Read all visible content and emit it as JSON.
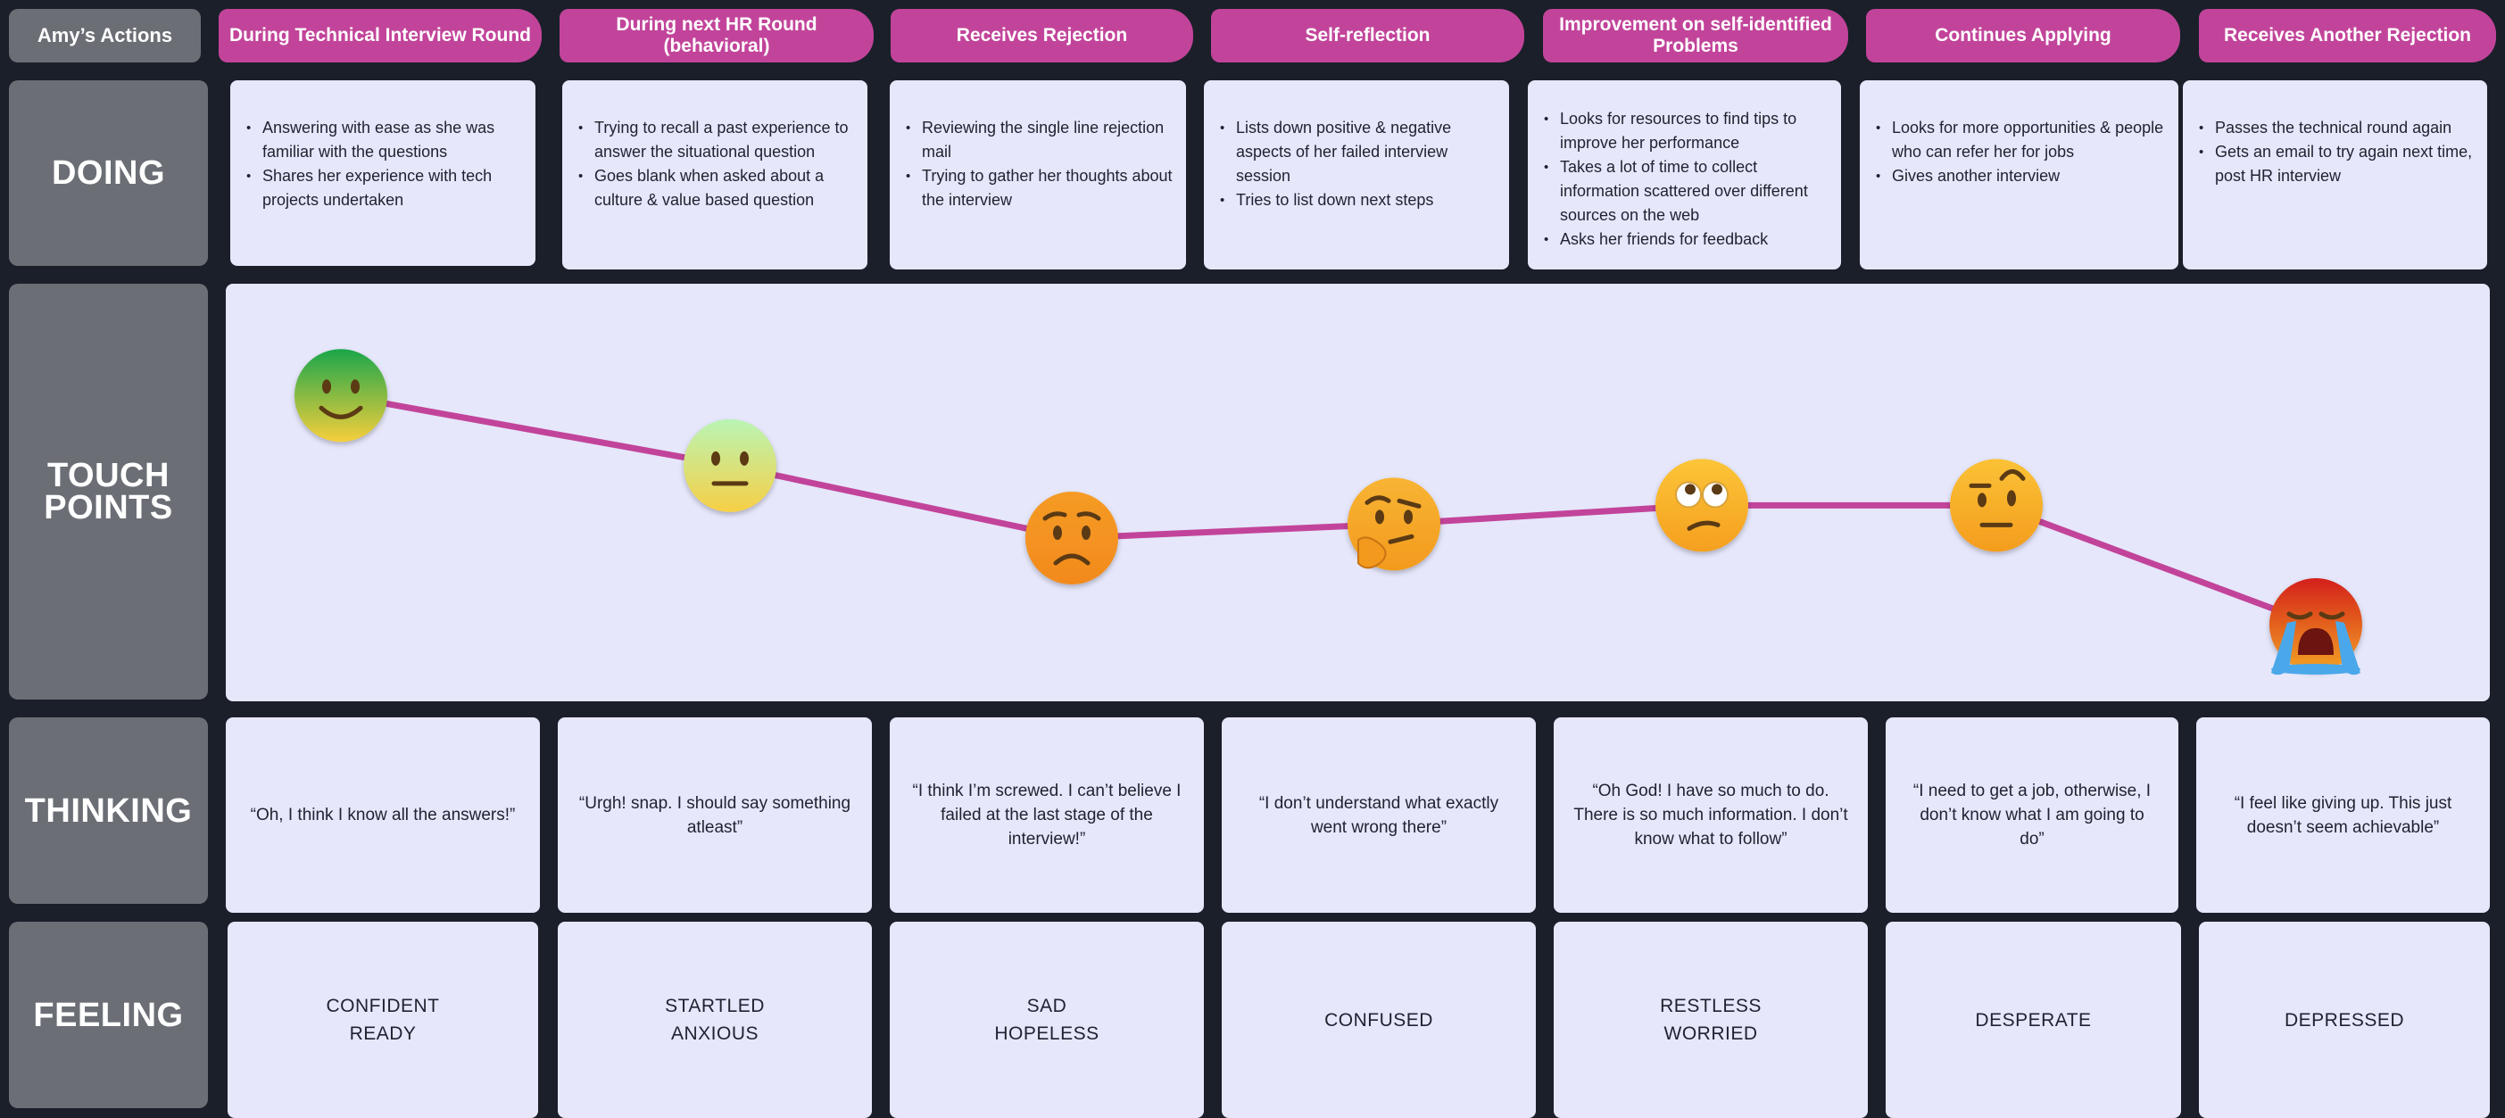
{
  "corner_label": "Amy’s Actions",
  "row_labels": {
    "doing": "DOING",
    "touch_points_line1": "TOUCH",
    "touch_points_line2": "POINTS",
    "thinking": "THINKING",
    "feeling": "FEELING"
  },
  "stages": [
    "During Technical Interview Round",
    "During next HR Round (behavioral)",
    "Receives Rejection",
    "Self-reflection",
    "Improvement on self-identified Problems",
    "Continues Applying",
    "Receives Another Rejection"
  ],
  "doing": [
    [
      "Answering with ease as she was familiar with the questions",
      "Shares her experience with tech projects undertaken"
    ],
    [
      "Trying to recall a past experience to answer the situational question",
      "Goes blank when asked about a culture & value based question"
    ],
    [
      "Reviewing the single line rejection mail",
      "Trying to gather her thoughts about the interview"
    ],
    [
      "Lists down positive & negative aspects of her failed interview session",
      "Tries to list down next steps"
    ],
    [
      "Looks for resources to find tips to improve her performance",
      "Takes a lot of time to collect information scattered over different sources on the web",
      "Asks her friends for feedback"
    ],
    [
      "Looks for more opportunities & people who can refer her for jobs",
      "Gives another interview"
    ],
    [
      "Passes the technical round again",
      "Gets an email to try again next time, post HR interview"
    ]
  ],
  "thinking": [
    "“Oh, I think I know all the answers!”",
    "“Urgh! snap. I should say something atleast”",
    "“I think I’m screwed. I can’t believe I failed at the last stage of the interview!”",
    "“I don’t understand what exactly went wrong there”",
    "“Oh God! I have so much to do. There is so much information. I don’t know what to follow”",
    "“I need to get a job, otherwise, I don’t know what I am going to do”",
    "“I feel like giving up. This just doesn’t seem achievable”"
  ],
  "feeling": [
    [
      "CONFIDENT",
      "READY"
    ],
    [
      "STARTLED",
      "ANXIOUS"
    ],
    [
      "SAD",
      "HOPELESS"
    ],
    [
      "CONFUSED"
    ],
    [
      "RESTLESS",
      "WORRIED"
    ],
    [
      "DESPERATE"
    ],
    [
      "DEPRESSED"
    ]
  ],
  "touch_points": {
    "line_color": "#c2449a",
    "emotion_score_scale": "0 = lowest, 1 = highest",
    "points": [
      {
        "face": "smiling-face-icon",
        "score": 0.98,
        "color_top": "#1aa64a",
        "color_bottom": "#f6cf3c"
      },
      {
        "face": "neutral-face-icon",
        "score": 0.68,
        "color_top": "#b9f5b4",
        "color_bottom": "#f7cf45"
      },
      {
        "face": "worried-face-icon",
        "score": 0.37,
        "color_top": "#f59b25",
        "color_bottom": "#f28a1d"
      },
      {
        "face": "thinking-face-icon",
        "score": 0.43,
        "color_top": "#f8b433",
        "color_bottom": "#f39a1e"
      },
      {
        "face": "confused-face-icon",
        "score": 0.51,
        "color_top": "#fcc538",
        "color_bottom": "#f59f1f"
      },
      {
        "face": "raised-eyebrow-face-icon",
        "score": 0.51,
        "color_top": "#fbc236",
        "color_bottom": "#f49c1e"
      },
      {
        "face": "crying-face-icon",
        "score": 0.0,
        "color_top": "#d4201b",
        "color_bottom": "#f3a223"
      }
    ]
  }
}
